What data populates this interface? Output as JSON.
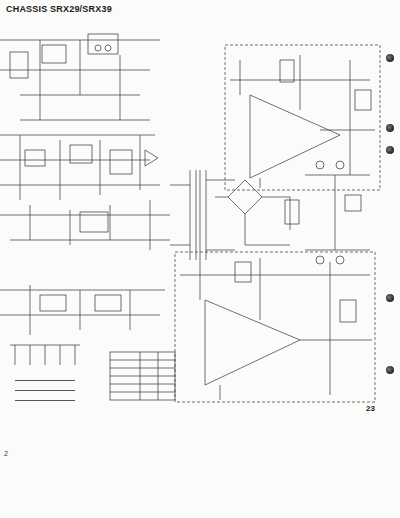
{
  "diagram": {
    "title": "CHASSIS SRX29/SRX39",
    "labels": [
      "23",
      "2"
    ]
  }
}
